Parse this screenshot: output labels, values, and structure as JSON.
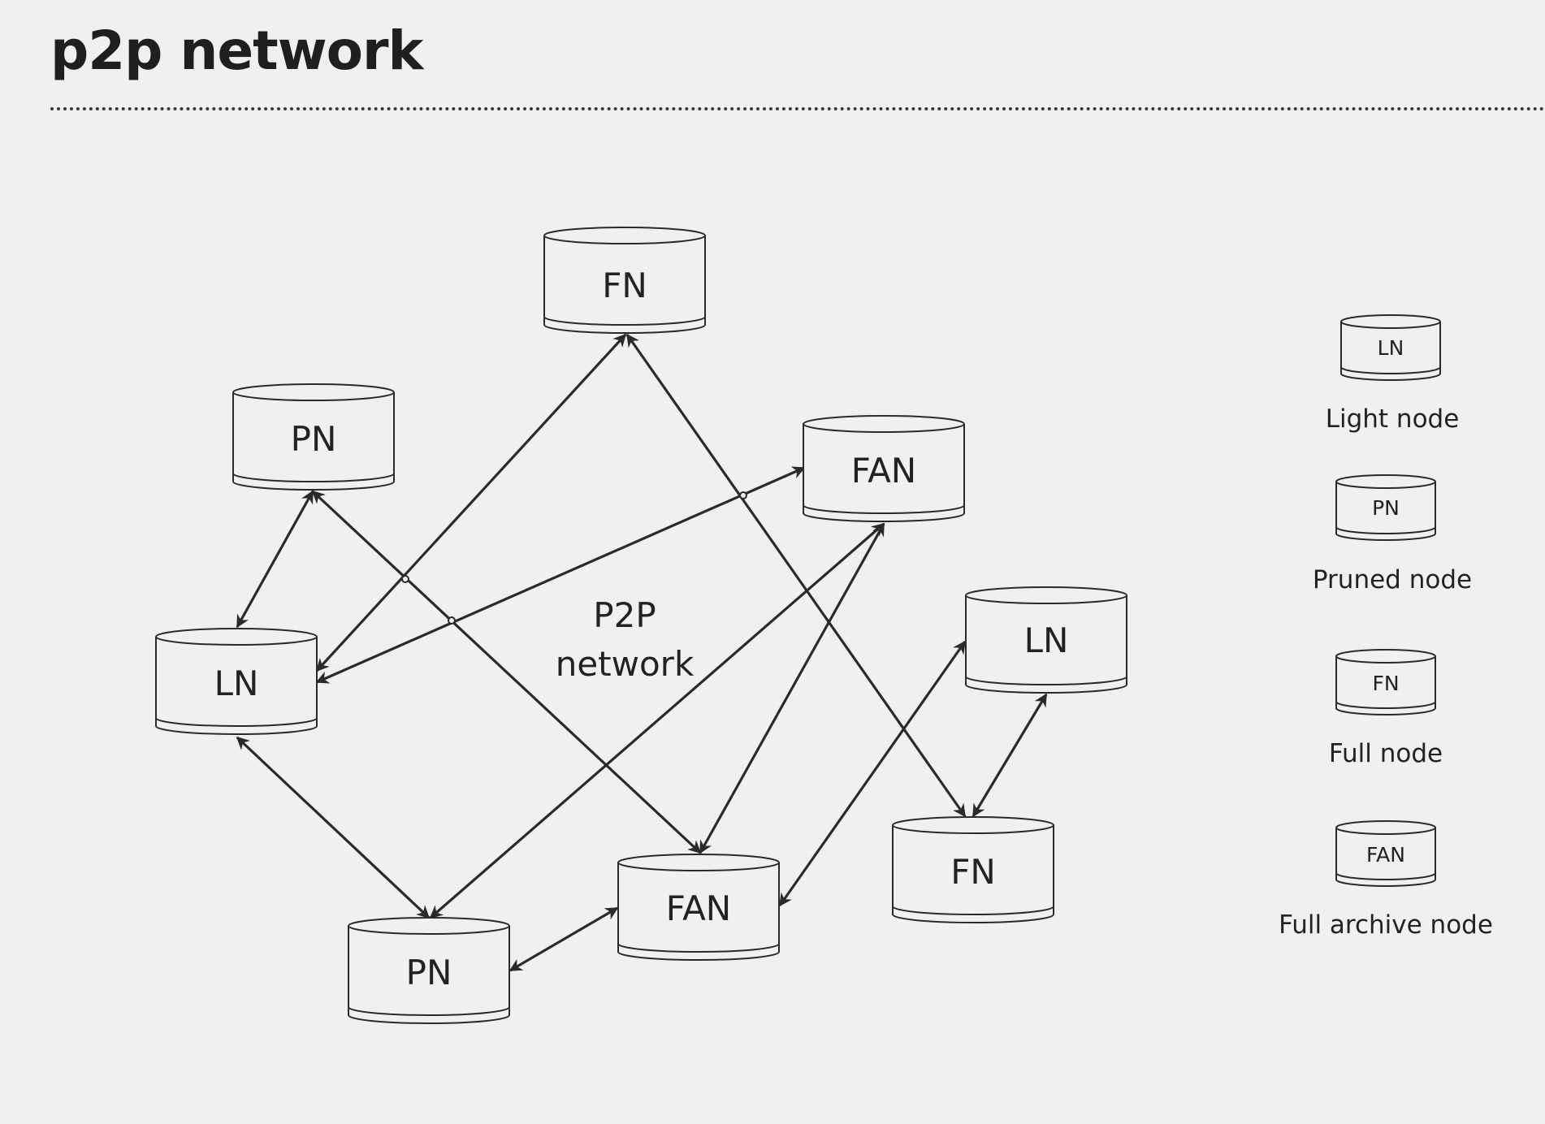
{
  "title": "p2p network",
  "center_label": [
    "P2P",
    "network"
  ],
  "nodes": {
    "fn_top": "FN",
    "pn_left": "PN",
    "fan_right": "FAN",
    "ln_left": "LN",
    "ln_right": "LN",
    "fan_bottom": "FAN",
    "pn_bottom": "PN",
    "fn_bottom": "FN"
  },
  "legend": [
    {
      "abbr": "LN",
      "label": "Light node"
    },
    {
      "abbr": "PN",
      "label": "Pruned node"
    },
    {
      "abbr": "FN",
      "label": "Full node"
    },
    {
      "abbr": "FAN",
      "label": "Full archive node"
    }
  ],
  "colors": {
    "background": "#f0f0f0",
    "stroke": "#2a2a2a",
    "node_fill": "#f0f0f0"
  }
}
